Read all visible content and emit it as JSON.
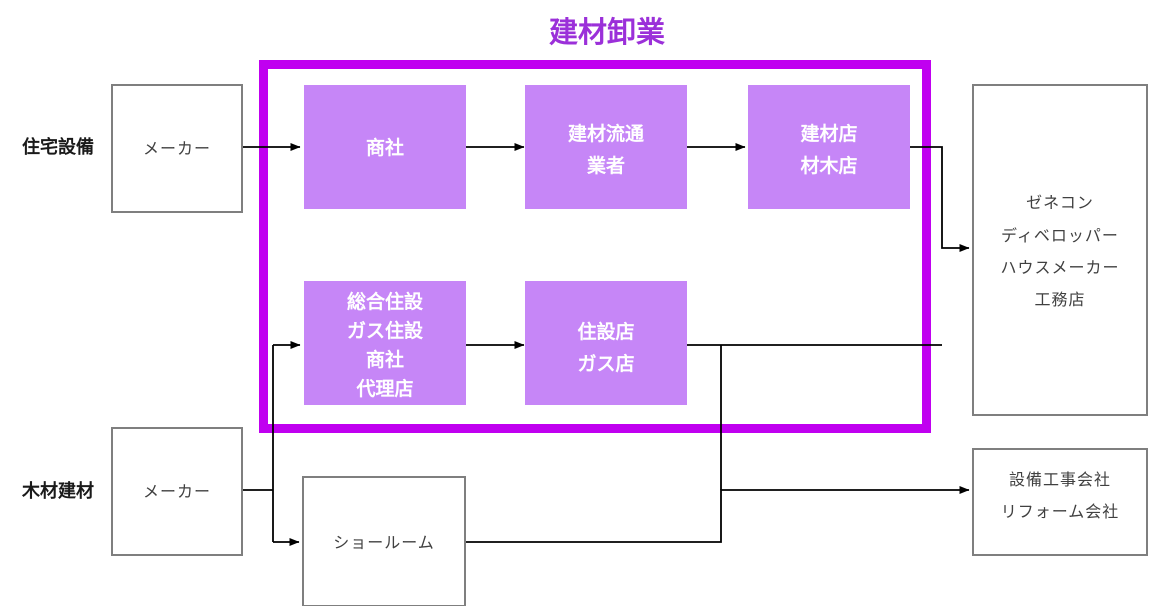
{
  "diagram": {
    "title": "建材卸業",
    "title_color": "#9b30d9",
    "frame_color": "#c000f0",
    "node_fill": "#c686f7",
    "box_stroke": "#7f7f7f",
    "connector_color": "#000000"
  },
  "side_labels": [
    {
      "id": "jutaku-setsubi",
      "text": "住宅設備"
    },
    {
      "id": "mokuzai-kenzai",
      "text": "木材建材"
    }
  ],
  "source_boxes": [
    {
      "id": "maker-top",
      "text": "メーカー"
    },
    {
      "id": "maker-bottom",
      "text": "メーカー"
    }
  ],
  "wholesale_nodes": [
    {
      "id": "shosha",
      "lines": [
        "商社"
      ]
    },
    {
      "id": "kenzai-ryutsu",
      "lines": [
        "建材流通",
        "業者"
      ]
    },
    {
      "id": "kenzaiten-zaimokuten",
      "lines": [
        "建材店",
        "材木店"
      ]
    },
    {
      "id": "sogo-jusetsu",
      "lines": [
        "総合住設",
        "ガス住設",
        "商社",
        "代理店"
      ]
    },
    {
      "id": "jusetsuten-gasuten",
      "lines": [
        "住設店",
        "ガス店"
      ]
    }
  ],
  "other_boxes": [
    {
      "id": "showroom",
      "lines": [
        "ショールーム"
      ]
    },
    {
      "id": "zenecon-group",
      "lines": [
        "ゼネコン",
        "ディベロッパー",
        "ハウスメーカー",
        "工務店"
      ]
    },
    {
      "id": "setsubi-reform",
      "lines": [
        "設備工事会社",
        "リフォーム会社"
      ]
    }
  ]
}
